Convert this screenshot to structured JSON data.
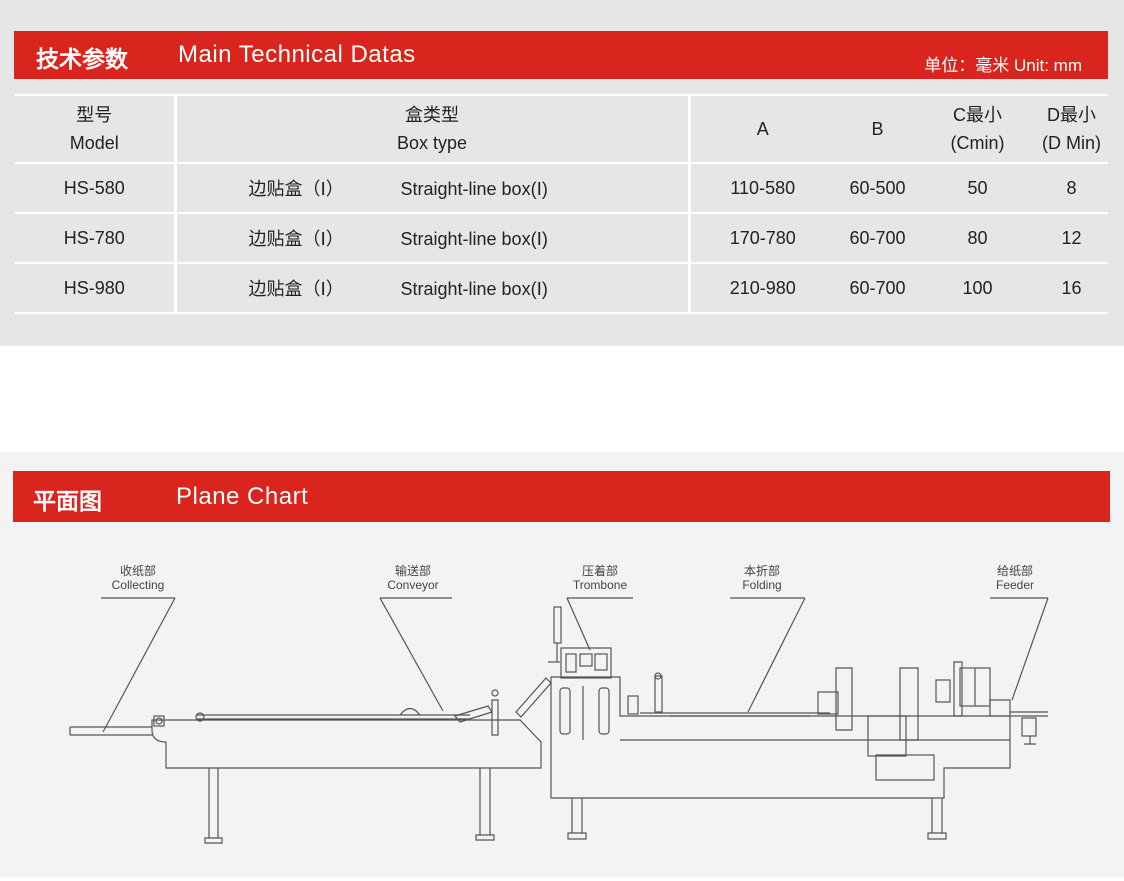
{
  "spec_section": {
    "title_cn": "技术参数",
    "title_en": "Main Technical Datas",
    "unit": "单位：毫米 Unit: mm"
  },
  "spec_table": {
    "headers": {
      "model_cn": "型号",
      "model_en": "Model",
      "box_cn": "盒类型",
      "box_en": "Box type",
      "a": "A",
      "b": "B",
      "c_cn": "C最小",
      "c_en": "(Cmin)",
      "d_cn": "D最小",
      "d_en": "(D Min)"
    },
    "rows": [
      {
        "model": "HS-580",
        "box_cn": "边贴盒（Ⅰ）",
        "box_en": "Straight-line box(Ⅰ)",
        "a": "110-580",
        "b": "60-500",
        "c": "50",
        "d": "8"
      },
      {
        "model": "HS-780",
        "box_cn": "边贴盒（Ⅰ）",
        "box_en": "Straight-line box(Ⅰ)",
        "a": "170-780",
        "b": "60-700",
        "c": "80",
        "d": "12"
      },
      {
        "model": "HS-980",
        "box_cn": "边贴盒（Ⅰ）",
        "box_en": "Straight-line box(Ⅰ)",
        "a": "210-980",
        "b": "60-700",
        "c": "100",
        "d": "16"
      }
    ]
  },
  "plane_section": {
    "title_cn": "平面图",
    "title_en": "Plane Chart"
  },
  "plane_labels": {
    "collecting_cn": "收纸部",
    "collecting_en": "Collecting",
    "conveyor_cn": "输送部",
    "conveyor_en": "Conveyor",
    "trombone_cn": "压着部",
    "trombone_en": "Trombone",
    "folding_cn": "本折部",
    "folding_en": "Folding",
    "feeder_cn": "给纸部",
    "feeder_en": "Feeder"
  },
  "colors": {
    "banner_red": "#d9251d",
    "panel_gray": "#e6e6e6",
    "line_gray": "#555555"
  }
}
